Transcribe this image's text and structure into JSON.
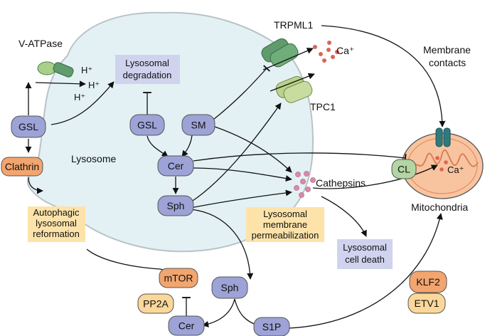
{
  "nodes": {
    "gsl_left": "GSL",
    "clathrin": "Clathrin",
    "gsl_inner": "GSL",
    "sm": "SM",
    "cer_inner": "Cer",
    "sph_inner": "Sph",
    "sph_outer": "Sph",
    "mtor": "mTOR",
    "pp2a": "PP2A",
    "cer_outer": "Cer",
    "s1p": "S1P",
    "cl": "CL",
    "klf2": "KLF2",
    "etv1": "ETV1"
  },
  "labels": {
    "vatpase": "V-ATPase",
    "h1": "H⁺",
    "h2": "H⁺",
    "h3": "H⁺",
    "lysosome": "Lysosome",
    "trpml1": "TRPML1",
    "tpc1": "TPC1",
    "ca_lyso": "Ca⁺",
    "ca_mito": "Ca⁺",
    "cathepsins": "Cathepsins",
    "mitochondria": "Mitochondria",
    "membrane_contacts": [
      "Membrane",
      "contacts"
    ]
  },
  "boxes": {
    "lysosomal_degradation": [
      "Lysosomal",
      "degradation"
    ],
    "autophagic": [
      "Autophagic",
      "lysosomal",
      "reformation"
    ],
    "permeabilization": [
      "Lysosomal",
      "membrane",
      "permeabilization"
    ],
    "cell_death": [
      "Lysosomal",
      "cell death"
    ]
  },
  "colors": {
    "lysosome_fill": "#e4f1f4",
    "node_fill": "#9da3d6",
    "orange": "#f2a56e",
    "peach": "#fbd89a",
    "green": "#b3d5a3",
    "box_lavender": "#cfd3ee",
    "box_peach": "#fde3aa",
    "mito_fill": "#f8c49f",
    "mito_inner": "#f7a879",
    "ca_dot": "#de6552",
    "channel_green": "#5f9b6b",
    "channel_light": "#b9d28c"
  }
}
